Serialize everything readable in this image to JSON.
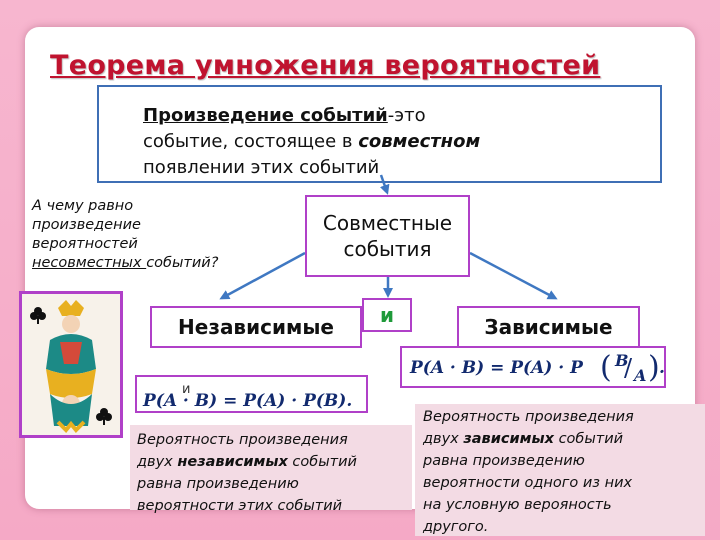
{
  "title": "Теорема умножения вероятностей",
  "definition": {
    "term": "Произведение событий",
    "after_term": "-это",
    "line2_pre": "событие, состоящее в ",
    "line2_kw": "совместном",
    "line3": "появлении этих событий"
  },
  "question": {
    "line1": "А чему равно",
    "line2": "произведение",
    "line3": "вероятностей",
    "line4_u": "несовместных ",
    "line4_rest": "событий?"
  },
  "joint_events": {
    "line1": "Совместные",
    "line2": "события"
  },
  "independent_label": "Независимые",
  "and_label": "и",
  "dependent_label": "Зависимые",
  "small_and": "и",
  "formula_independent": "P(A · B) = P(A) · P(B).",
  "formula_dependent": {
    "lhs": "P(A · B) = P(A) · P",
    "numerator": "B",
    "denominator": "A",
    "end": "."
  },
  "desc_independent": {
    "l1": "Вероятность произведения",
    "l2_pre": "двух ",
    "l2_kw": "независимых",
    "l2_post": " событий",
    "l3": "равна произведению",
    "l4": "вероятности этих событий"
  },
  "desc_dependent": {
    "l1": "Вероятность произведения",
    "l2_pre": "двух ",
    "l2_kw": "зависимых",
    "l2_post": " событий",
    "l3": "равна произведению",
    "l4": "вероятности одного из них",
    "l5": "на условную верояность",
    "l6": "другого."
  },
  "card": {
    "rank": "Q",
    "suit_icon": "club-suit-icon",
    "color_crown": "#e8b020",
    "color_dress": "#1c8a86"
  },
  "colors": {
    "title": "#c0132f",
    "box_border": "#b040c8",
    "def_border": "#3f6fb5",
    "arrow": "#3f78c2",
    "and_green": "#1f9a3a",
    "formula": "#122a6e"
  }
}
